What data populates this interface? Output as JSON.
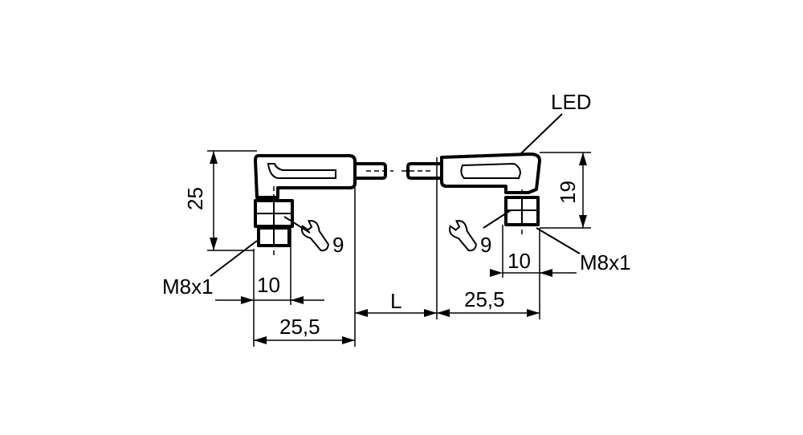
{
  "labels": {
    "led": "LED",
    "height_left": "25",
    "height_right": "19",
    "wrench_left": "9",
    "wrench_right": "9",
    "thread_left": "M8x1",
    "thread_right": "M8x1",
    "width_10_left": "10",
    "width_10_right": "10",
    "width_25_5_left": "25,5",
    "width_25_5_right": "25,5",
    "length": "L"
  }
}
